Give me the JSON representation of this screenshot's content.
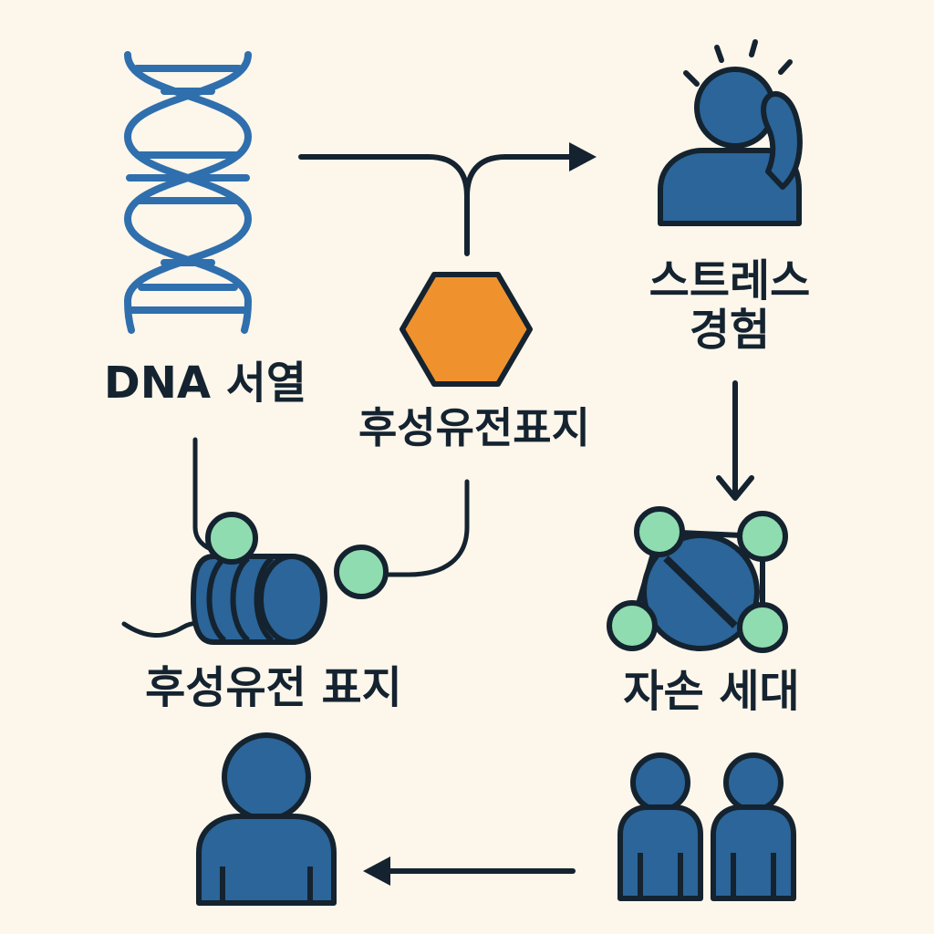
{
  "labels": {
    "dna_sequence": "DNA 서열",
    "epigenetic_marker": "후성유전표지",
    "stress_experience": "스트레스\n경험",
    "epigenetic_mark": "후성유전 표지",
    "offspring_generation": "자손 세대"
  },
  "icons": {
    "dna": "dna-double-helix-icon",
    "marker": "hexagon-icon",
    "stress": "stressed-person-icon",
    "chromatin": "nucleosome-icon",
    "cell": "cell-icon",
    "offspring": "two-children-icon",
    "parent": "person-icon"
  },
  "colors": {
    "background": "#fcf6eb",
    "outline": "#14232f",
    "blue": "#2b6599",
    "dna_blue": "#2f6fad",
    "green": "#8fdcb0",
    "orange": "#ef922e"
  }
}
